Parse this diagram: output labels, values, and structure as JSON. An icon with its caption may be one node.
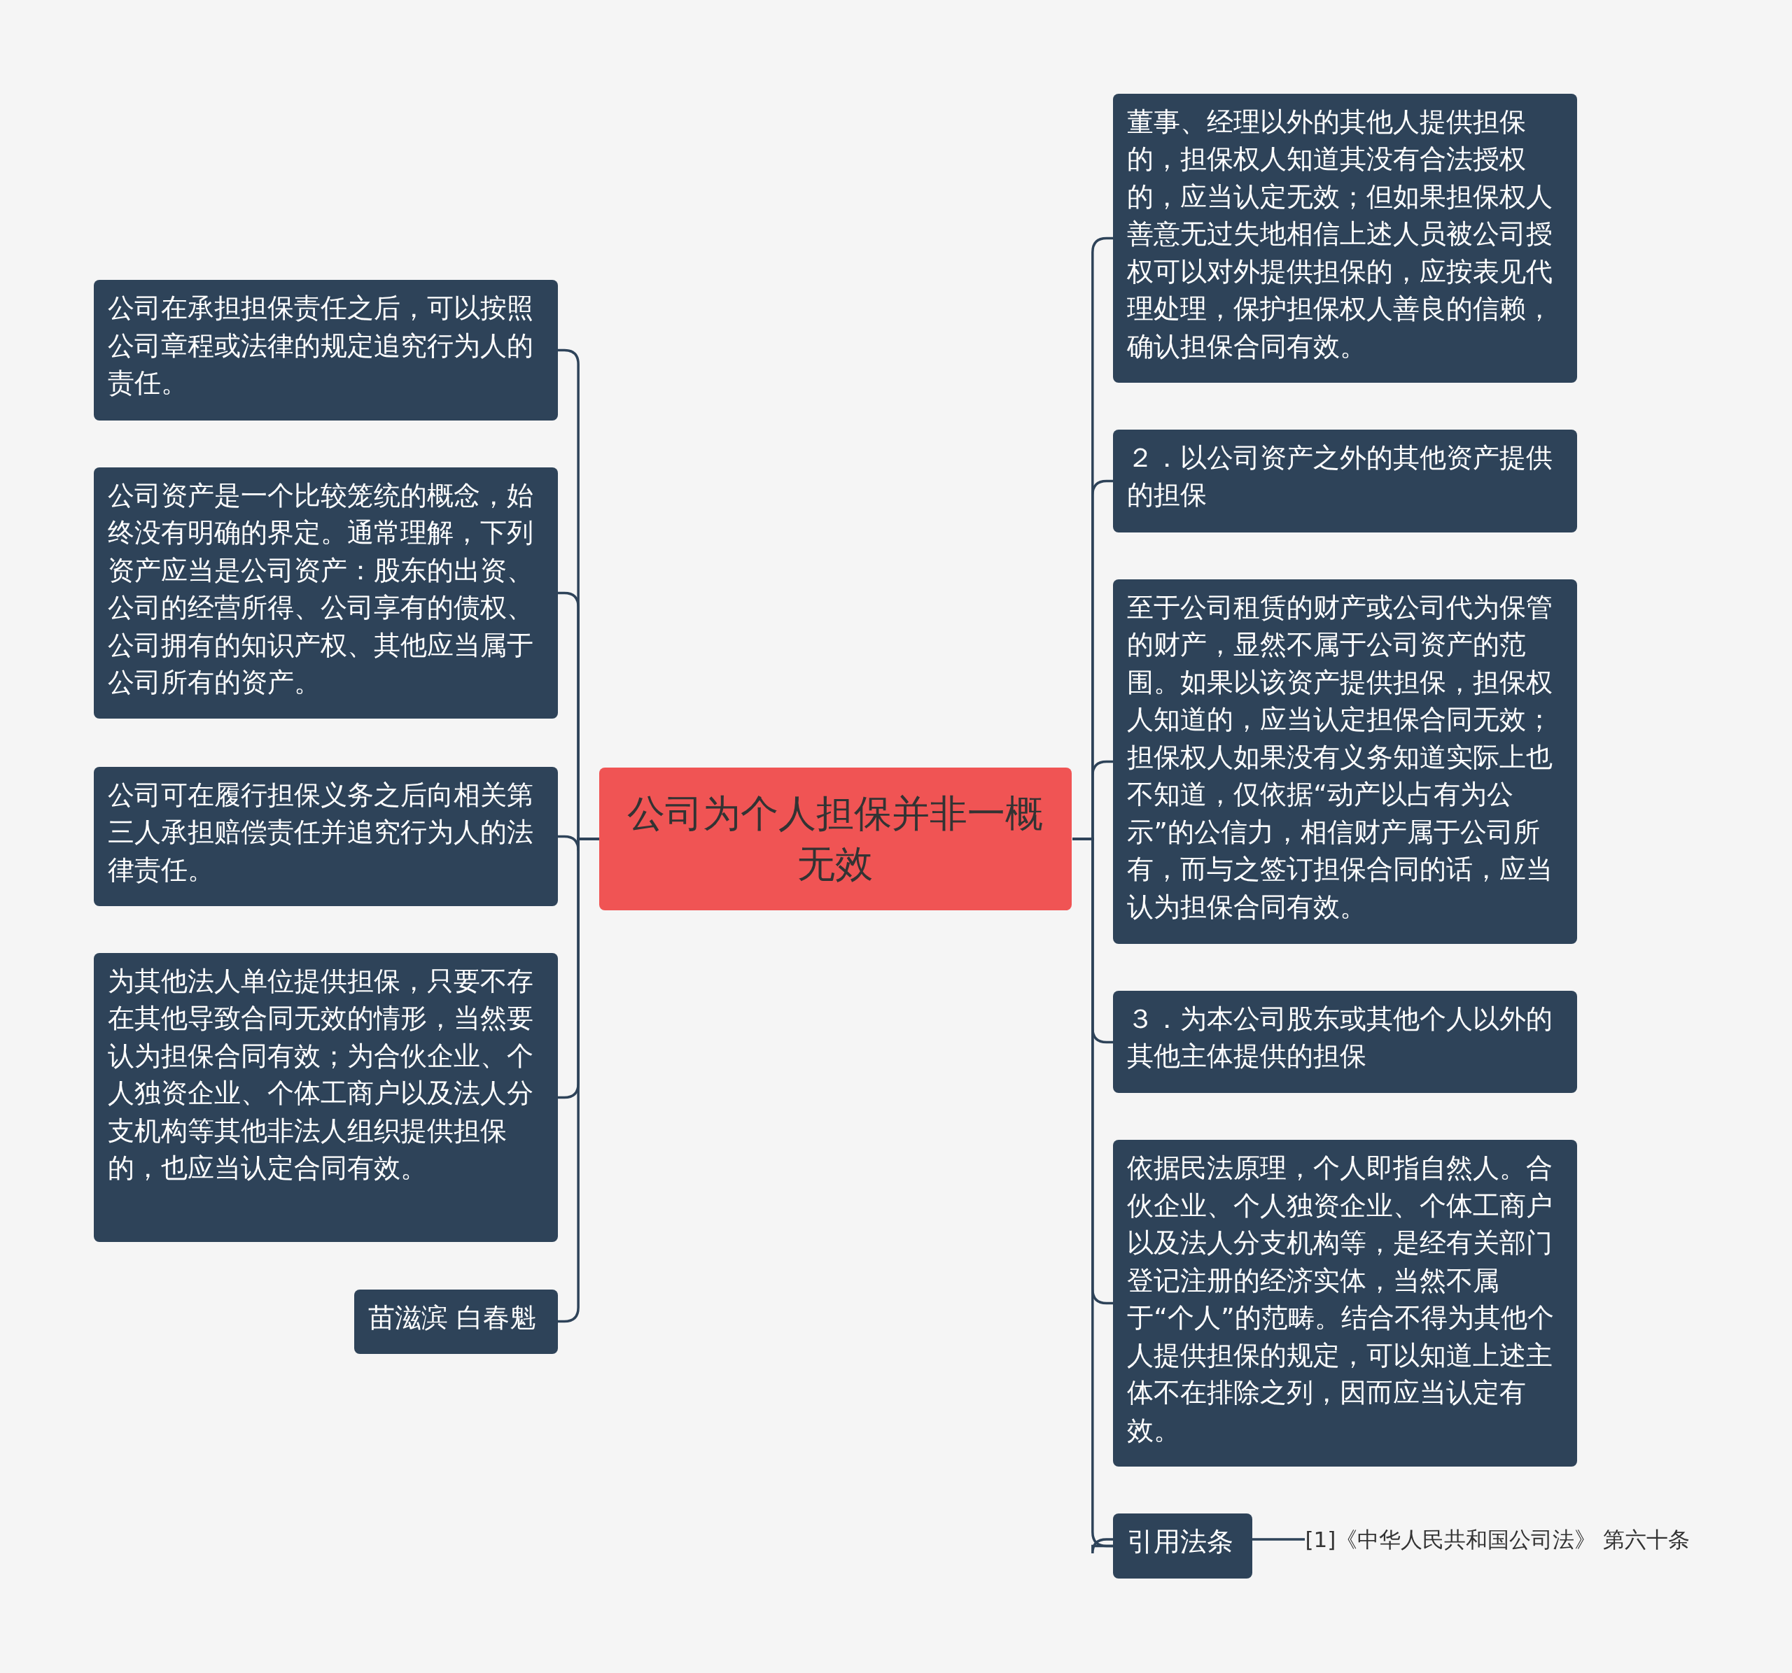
{
  "diagram": {
    "nodes": [
      {
        "text": [
          "公司为个人担保并非一概无效"
        ]
      },
      {
        "text": [
          "公司在承担担保责任之后，可以按照公司章程或法律的规定追究行为人的责任。"
        ]
      },
      {
        "text": [
          "公司资产是一个比较笼统的概念，始终没有明确的界定。通常理解，下列资产应当是公司资产：股东的出资、公司的经营所得、公司享有的债权、公司拥有的知识产权、其他应当属于公司所有的资产。"
        ]
      },
      {
        "text": [
          "公司可在履行担保义务之后向相关第三人承担赔偿责任并追究行为人的法律责任。"
        ]
      },
      {
        "text": [
          "为其他法人单位提供担保，只要不存在其他导致合同无效的情形，当然要认为担保合同有效；为合伙企业、个人独资企业、个体工商户以及法人分支机构等其他非法人组织提供担保的，也应当认定合同有效。"
        ]
      },
      {
        "text": [
          "苗滋滨 白春魁"
        ]
      },
      {
        "text": [
          "董事、经理以外的其他人提供担保的，担保权人知道其没有合法授权的，应当认定无效；但如果担保权人善意无过失地相信上述人员被公司授权可以对外提供担保的，应按表见代理处理，保护担保权人善良的信赖，确认担保合同有效。"
        ]
      },
      {
        "text": [
          "２．以公司资产之外的其他资产提供的担保"
        ]
      },
      {
        "text": [
          "至于公司租赁的财产或公司代为保管的财产，显然不属于公司资产的范围。如果以该资产提供担保，担保权人知道的，应当认定担保合同无效；担保权人如果没有义务知道实际上也不知道，仅依据“动产以占有为公示”的公信力，相信财产属于公司所有，而与之签订担保合同的话，应当认为担保合同有效。"
        ]
      },
      {
        "text": [
          "３．为本公司股东或其他个人以外的其他主体提供的担保"
        ]
      },
      {
        "text": [
          "依据民法原理，个人即指自然人。合伙企业、个人独资企业、个体工商户以及法人分支机构等，是经有关部门登记注册的经济实体，当然不属于“个人”的范畴。结合不得为其他个人提供担保的规定，可以知道上述主体不在排除之列，因而应当认定有效。"
        ]
      },
      {
        "text": [
          "引用法条"
        ]
      },
      {
        "text": [
          "[1]《中华人民共和国公司法》 第六十条"
        ]
      }
    ],
    "edges": [
      {
        "from": 0,
        "to": 1,
        "arrow": "none"
      },
      {
        "from": 0,
        "to": 2,
        "arrow": "none"
      },
      {
        "from": 0,
        "to": 3,
        "arrow": "none"
      },
      {
        "from": 0,
        "to": 4,
        "arrow": "none"
      },
      {
        "from": 0,
        "to": 5,
        "arrow": "none"
      },
      {
        "from": 0,
        "to": 6,
        "arrow": "none"
      },
      {
        "from": 0,
        "to": 7,
        "arrow": "none"
      },
      {
        "from": 0,
        "to": 8,
        "arrow": "none"
      },
      {
        "from": 0,
        "to": 9,
        "arrow": "none"
      },
      {
        "from": 0,
        "to": 10,
        "arrow": "none"
      },
      {
        "from": 0,
        "to": 11,
        "arrow": "none"
      },
      {
        "from": 11,
        "to": 12,
        "arrow": "none"
      }
    ]
  }
}
